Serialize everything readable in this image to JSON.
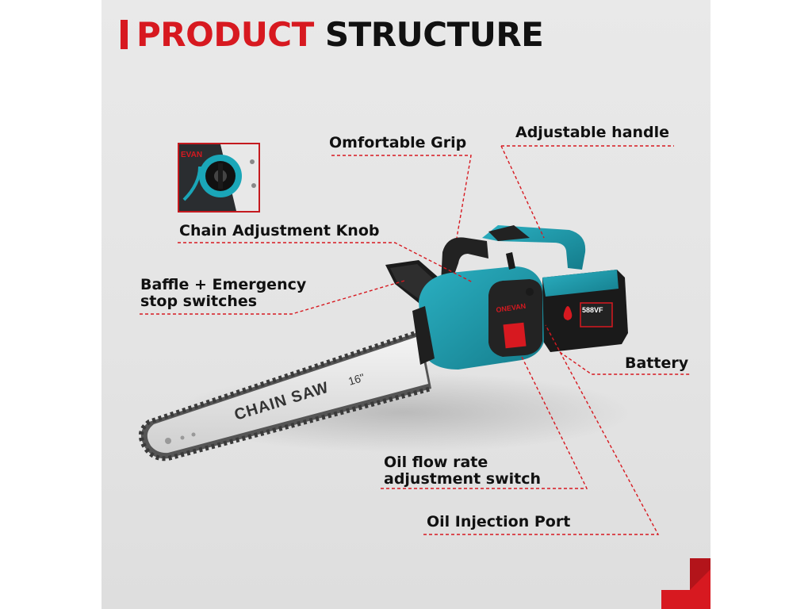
{
  "title": {
    "accent": "PRODUCT",
    "rest": "STRUCTURE"
  },
  "product": {
    "bar_text": "CHAIN SAW",
    "bar_size": "16\"",
    "brand": "ONEVAN",
    "battery_text": "588VF"
  },
  "callouts": {
    "comfortable_grip": "Omfortable Grip",
    "adjustable_handle": "Adjustable handle",
    "chain_knob": "Chain Adjustment Knob",
    "baffle_line1": "Baffle + Emergency",
    "baffle_line2": "stop switches",
    "battery": "Battery",
    "oil_flow_line1": "Oil flow rate",
    "oil_flow_line2": "adjustment switch",
    "oil_port": "Oil Injection Port"
  },
  "colors": {
    "accent": "#d71920",
    "body_teal": "#1f97a8",
    "dark": "#2a2a2a"
  }
}
